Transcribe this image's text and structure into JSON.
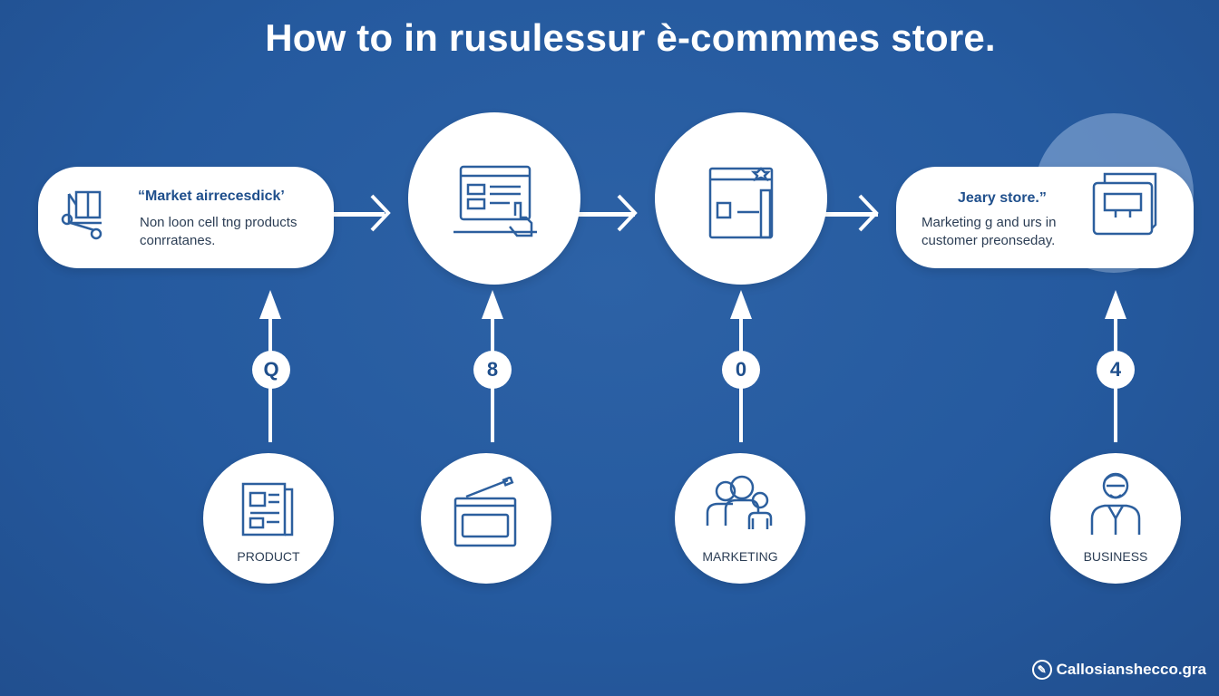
{
  "title": "How to in rusulessur è-commmes store.",
  "colors": {
    "background": "#255a9f",
    "accent": "#1f4f8c",
    "card": "#ffffff"
  },
  "top_row": {
    "first_card": {
      "title": "“Market airrecesdick’",
      "desc_line1": "Non loon cell tng products",
      "desc_line2": "conrratanes.",
      "icon": "cart-icon"
    },
    "step2": {
      "icon": "browser-click-icon"
    },
    "step3": {
      "icon": "web-page-icon"
    },
    "last_card": {
      "title": "Jeary store.”",
      "desc_line1": "Marketing g and urs in",
      "desc_line2": "customer preonseday.",
      "icon": "shopping-bag-icon"
    }
  },
  "numbers": [
    "Q",
    "8",
    "0",
    "4"
  ],
  "bottom_row": [
    {
      "label": "PRODUCT",
      "icon": "document-icon"
    },
    {
      "label": "",
      "icon": "laptop-icon"
    },
    {
      "label": "MARKETING",
      "icon": "people-icon"
    },
    {
      "label": "BUSINESS",
      "icon": "person-icon"
    }
  ],
  "footer": {
    "text": "Callosianshecco.gra",
    "logo_glyph": "✎"
  }
}
